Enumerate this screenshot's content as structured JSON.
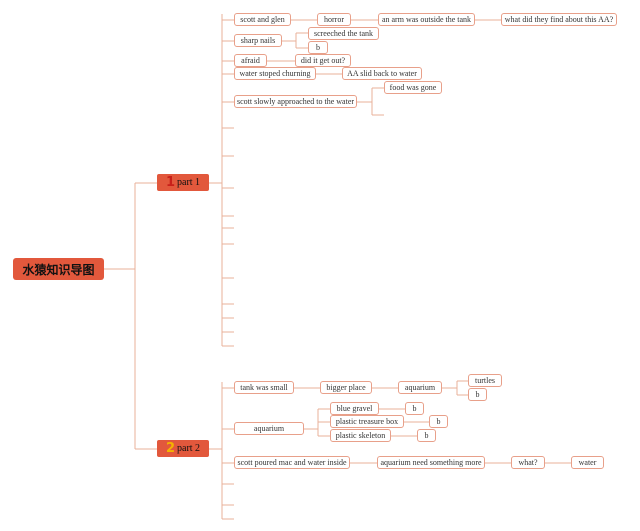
{
  "root": {
    "title": "水猿知识导图"
  },
  "parts": [
    {
      "number": "1",
      "label": "part 1"
    },
    {
      "number": "2",
      "label": "part 2"
    }
  ],
  "part1": {
    "scott_and_glen": "scott and glen",
    "horror": "horror",
    "arm_outside": "an arm was outside the tank",
    "what_find": "what did they find about this AA?",
    "sharp_nails": "sharp nails",
    "screeched": "screeched the tank",
    "b": "b",
    "afraid": "afraid",
    "get_out": "did it get out?",
    "water_churning": "water stoped churning",
    "slid_back": "AA slid back to water",
    "approached": "scott slowly approached to the water",
    "food_gone": "food was gone"
  },
  "part2": {
    "tank_small": "tank was small",
    "bigger_place": "bigger place",
    "aquarium1": "aquarium",
    "turtles": "turtles",
    "b1": "b",
    "aquarium2": "aquarium",
    "blue_gravel": "blue gravel",
    "b2": "b",
    "treasure_box": "plastic treasure box",
    "b3": "b",
    "skeleton": "plastic skeleton",
    "b4": "b",
    "poured": "scott poured mac and water inside",
    "need_more": "aquarium need something more",
    "what": "what?",
    "water": "water"
  }
}
